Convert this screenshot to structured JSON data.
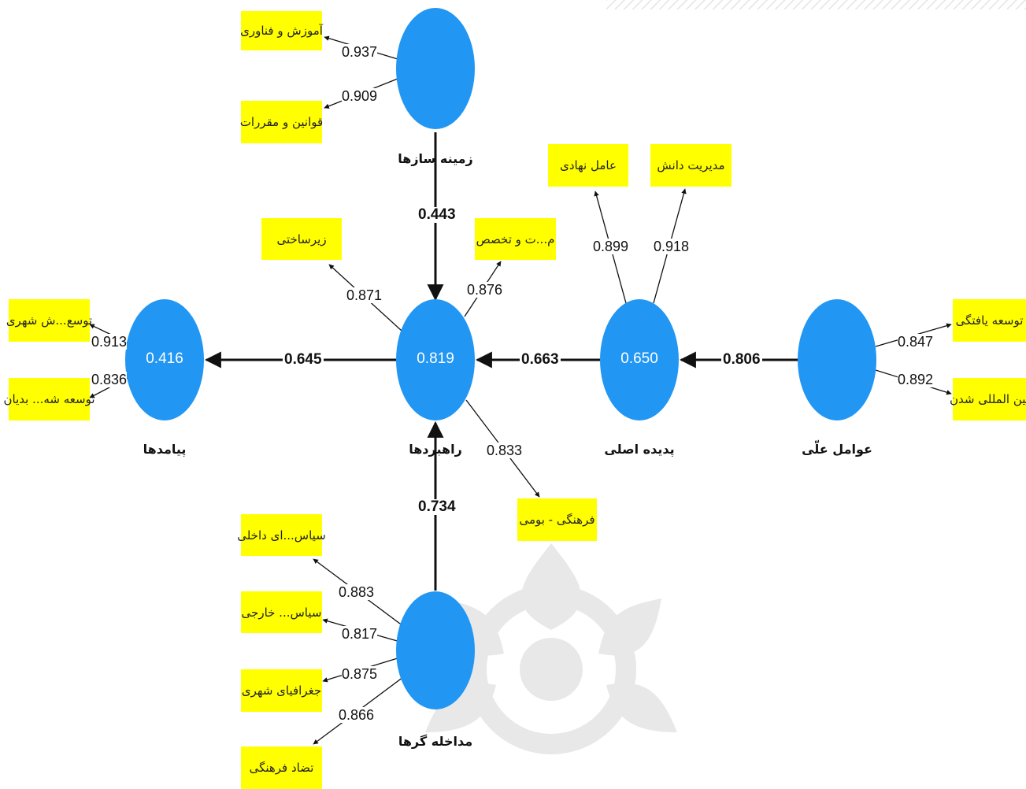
{
  "diagram": {
    "constructs": [
      {
        "id": "zamineh",
        "label": "زمینه سازها",
        "r2": ""
      },
      {
        "id": "rahbord",
        "label": "راهبردها",
        "r2": "0.819"
      },
      {
        "id": "payamad",
        "label": "پیامدها",
        "r2": "0.416"
      },
      {
        "id": "padideh",
        "label": "پدیده اصلی",
        "r2": "0.650"
      },
      {
        "id": "elli",
        "label": "عوامل علّی",
        "r2": ""
      },
      {
        "id": "modakhele",
        "label": "مداخله گرها",
        "r2": ""
      }
    ],
    "indicators": [
      {
        "id": "i1",
        "text": "آموزش و فناوری",
        "loading": "0.937"
      },
      {
        "id": "i2",
        "text": "قوانین و مقررات",
        "loading": "0.909"
      },
      {
        "id": "i3",
        "text": "زیرساختی",
        "loading": "0.871"
      },
      {
        "id": "i4",
        "text": "م...ت و تخصص",
        "loading": "0.876"
      },
      {
        "id": "i5",
        "text": "عامل نهادی",
        "loading": "0.899"
      },
      {
        "id": "i6",
        "text": "مدیریت دانش",
        "loading": "0.918"
      },
      {
        "id": "i7",
        "text": "توسع...ش شهری",
        "loading": "0.913"
      },
      {
        "id": "i8",
        "text": "توسعه شه... بدیان",
        "loading": "0.836"
      },
      {
        "id": "i9",
        "text": "توسعه یافتگی",
        "loading": "0.847"
      },
      {
        "id": "i10",
        "text": "بین المللی شدن",
        "loading": "0.892"
      },
      {
        "id": "i11",
        "text": "فرهنگی - بومی",
        "loading": "0.833"
      },
      {
        "id": "i12",
        "text": "سیاس...ای داخلی",
        "loading": "0.883"
      },
      {
        "id": "i13",
        "text": "سیاس... خارجی",
        "loading": "0.817"
      },
      {
        "id": "i14",
        "text": "جغرافیای شهری",
        "loading": "0.875"
      },
      {
        "id": "i15",
        "text": "تضاد فرهنگی",
        "loading": "0.866"
      }
    ],
    "paths": [
      {
        "from": "zamineh",
        "to": "rahbord",
        "coef": "0.443"
      },
      {
        "from": "rahbord",
        "to": "payamad",
        "coef": "0.645"
      },
      {
        "from": "padideh",
        "to": "rahbord",
        "coef": "0.663"
      },
      {
        "from": "elli",
        "to": "padideh",
        "coef": "0.806"
      },
      {
        "from": "modakhele",
        "to": "rahbord",
        "coef": "0.734"
      }
    ],
    "colors": {
      "construct": "#2196f3",
      "indicator": "#ffff00",
      "line": "#111111"
    }
  }
}
